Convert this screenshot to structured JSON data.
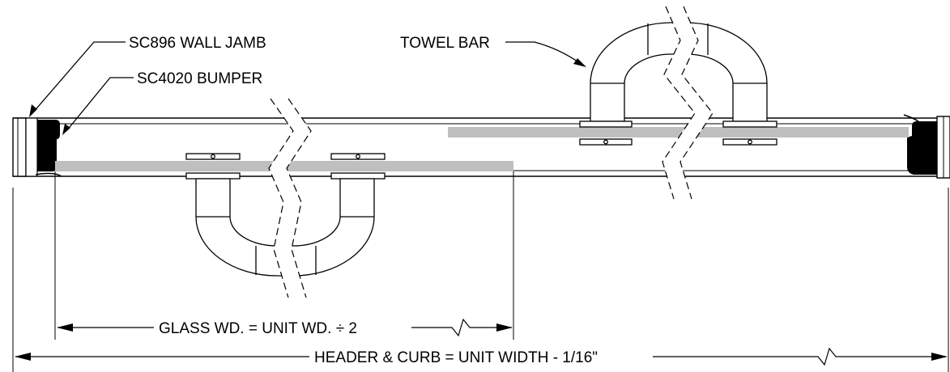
{
  "labels": {
    "wall_jamb": "SC896 WALL JAMB",
    "bumper": "SC4020 BUMPER",
    "towel_bar": "TOWEL BAR"
  },
  "dimensions": {
    "glass_width": "GLASS WD. = UNIT WD. ÷ 2",
    "header_curb": "HEADER & CURB = UNIT WIDTH - 1/16\""
  },
  "colors": {
    "ink": "#000000",
    "glass": "#bfbfbf"
  }
}
